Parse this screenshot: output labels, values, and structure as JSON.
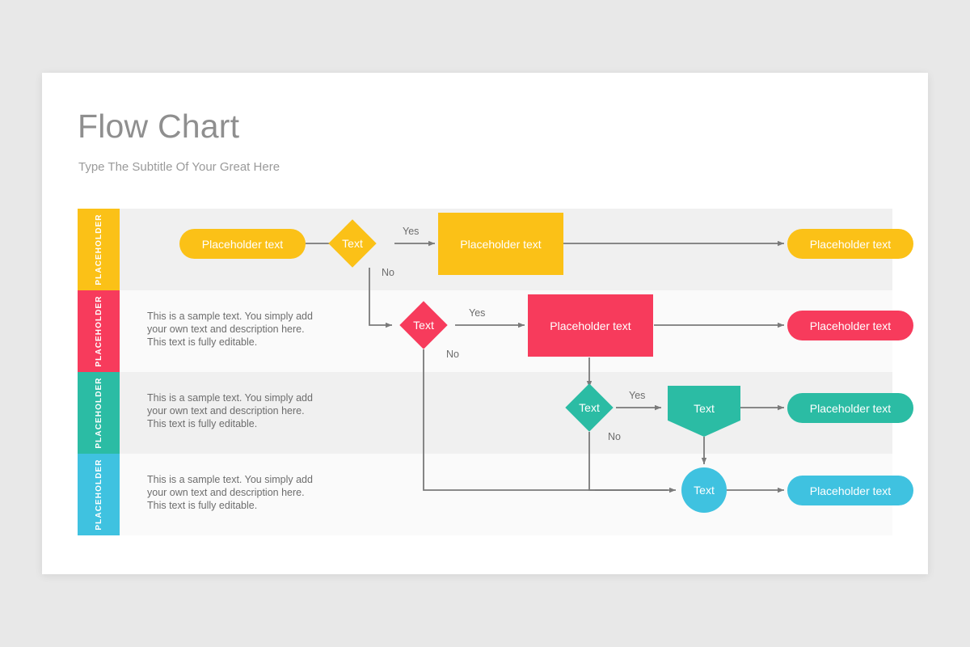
{
  "slide": {
    "title": "Flow Chart",
    "subtitle": "Type The Subtitle Of Your Great Here"
  },
  "colors": {
    "yellow": "#FBC117",
    "pink": "#F73B5C",
    "teal": "#2BBCA4",
    "cyan": "#3FC2E0",
    "connector": "#7a7a7a",
    "row_shade": "#F0F0F0",
    "row_plain": "#FAFAFA",
    "title": "#8F8F8F",
    "body_text": "#6D6D6D"
  },
  "sample_description": "This is a sample text. You simply add your own text and description here. This text is fully editable.",
  "band_label": "PLACEHOLDER",
  "edge_labels": {
    "yes": "Yes",
    "no": "No"
  },
  "rows": [
    {
      "id": "row-yellow",
      "band": "PLACEHOLDER",
      "color": "#FBC117",
      "description": "",
      "shapes": [
        {
          "kind": "pill",
          "label": "Placeholder text"
        },
        {
          "kind": "diamond",
          "label": "Text"
        },
        {
          "kind": "rect",
          "label": "Placeholder text"
        },
        {
          "kind": "pill",
          "label": "Placeholder text"
        }
      ],
      "branches": {
        "yes": "Yes",
        "no": "No"
      }
    },
    {
      "id": "row-pink",
      "band": "PLACEHOLDER",
      "color": "#F73B5C",
      "description": "This is a sample text. You simply add your own text and description here. This text is fully editable.",
      "shapes": [
        {
          "kind": "diamond",
          "label": "Text"
        },
        {
          "kind": "rect",
          "label": "Placeholder text"
        },
        {
          "kind": "pill",
          "label": "Placeholder text"
        }
      ],
      "branches": {
        "yes": "Yes",
        "no": "No"
      }
    },
    {
      "id": "row-teal",
      "band": "PLACEHOLDER",
      "color": "#2BBCA4",
      "description": "This is a sample text. You simply add your own text and description here. This text is fully editable.",
      "shapes": [
        {
          "kind": "diamond",
          "label": "Text"
        },
        {
          "kind": "pentagon",
          "label": "Text"
        },
        {
          "kind": "pill",
          "label": "Placeholder text"
        }
      ],
      "branches": {
        "yes": "Yes",
        "no": "No"
      }
    },
    {
      "id": "row-cyan",
      "band": "PLACEHOLDER",
      "color": "#3FC2E0",
      "description": "This is a sample text. You simply add your own text and description here. This text is fully editable.",
      "shapes": [
        {
          "kind": "circle",
          "label": "Text"
        },
        {
          "kind": "pill",
          "label": "Placeholder text"
        }
      ],
      "branches": {}
    }
  ]
}
